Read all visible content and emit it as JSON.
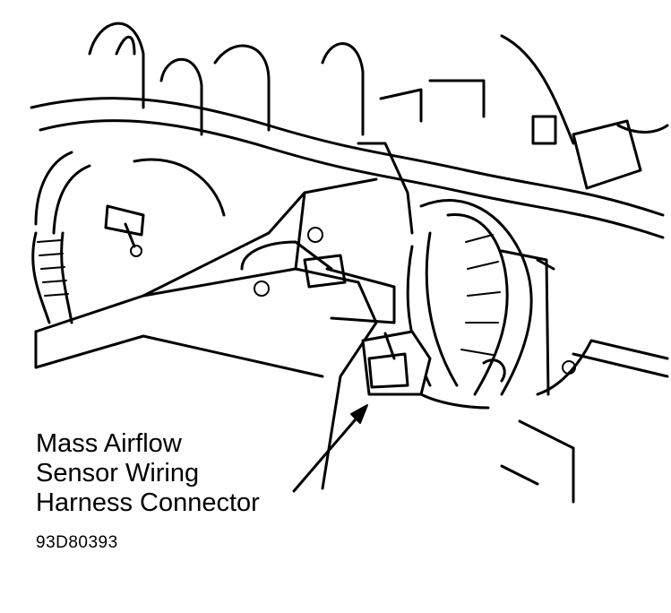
{
  "diagram": {
    "label_lines": [
      "Mass Airflow",
      "Sensor Wiring",
      "Harness Connector"
    ],
    "figure_id": "93D80393"
  }
}
